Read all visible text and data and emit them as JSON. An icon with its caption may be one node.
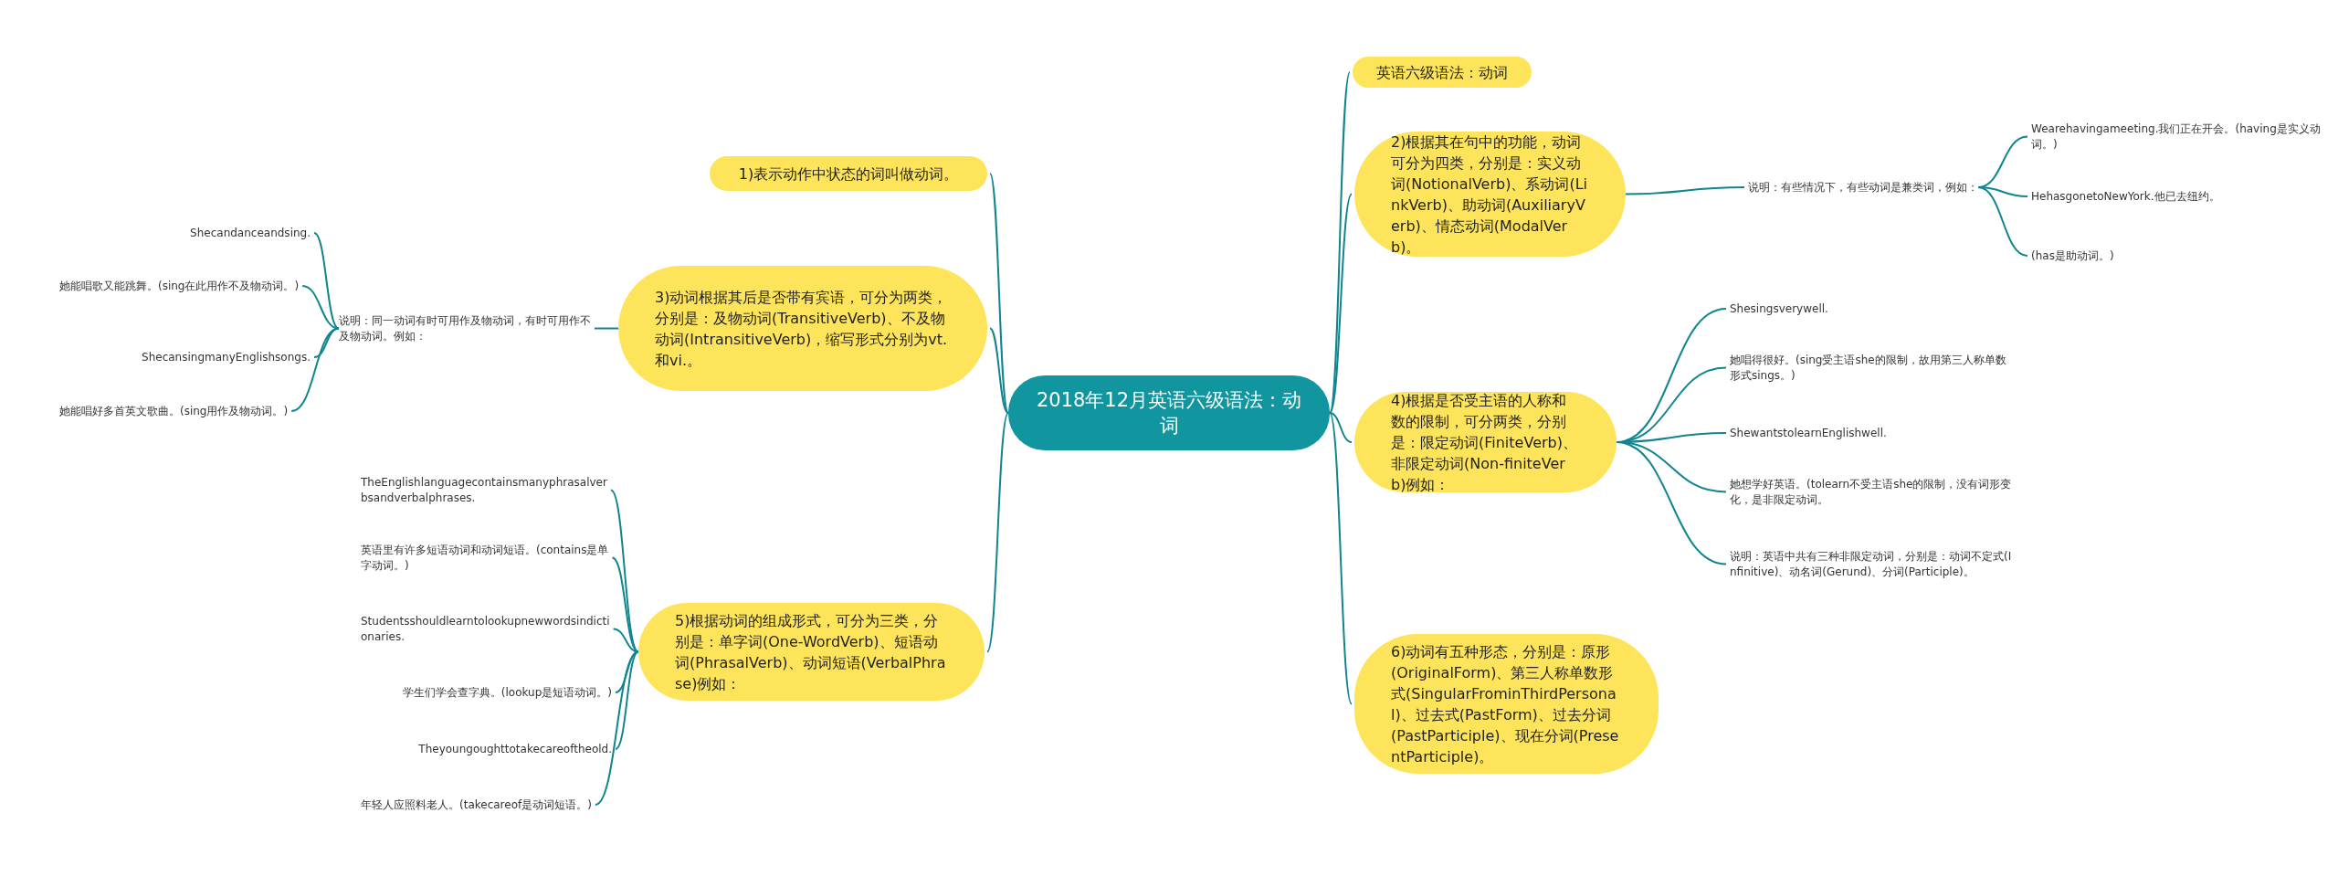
{
  "diagram": {
    "nodes": [
      {
        "text": [
          "2018年12月英语六级语法：动词"
        ]
      },
      {
        "text": [
          "英语六级语法：动词"
        ]
      },
      {
        "text": [
          "1)表示动作中状态的词叫做动词。"
        ]
      },
      {
        "text": [
          "2)根据其在句中的功能，动词可分为四类，分别是：实义动词(NotionalVerb)、系动词(LinkVerb)、助动词(AuxiliaryVerb)、情态动词(ModalVerb)。"
        ]
      },
      {
        "text": [
          "说明：有些情况下，有些动词是兼类词，例如："
        ]
      },
      {
        "text": [
          "Wearehavingameeting.我们正在开会。(having是实义动词。)"
        ]
      },
      {
        "text": [
          "HehasgonetoNewYork.他已去纽约。"
        ]
      },
      {
        "text": [
          "(has是助动词。)"
        ]
      },
      {
        "text": [
          "3)动词根据其后是否带有宾语，可分为两类，分别是：及物动词(TransitiveVerb)、不及物动词(IntransitiveVerb)，缩写形式分别为vt.和vi.。"
        ]
      },
      {
        "text": [
          "说明：同一动词有时可用作及物动词，有时可用作不及物动词。例如："
        ]
      },
      {
        "text": [
          "Shecandanceandsing."
        ]
      },
      {
        "text": [
          "她能唱歌又能跳舞。(sing在此用作不及物动词。)"
        ]
      },
      {
        "text": [
          "ShecansingmanyEnglishsongs."
        ]
      },
      {
        "text": [
          "她能唱好多首英文歌曲。(sing用作及物动词。)"
        ]
      },
      {
        "text": [
          "4)根据是否受主语的人称和数的限制，可分两类，分别是：限定动词(FiniteVerb)、非限定动词(Non-finiteVerb)例如："
        ]
      },
      {
        "text": [
          "Shesingsverywell."
        ]
      },
      {
        "text": [
          "她唱得很好。(sing受主语she的限制，故用第三人称单数形式sings。)"
        ]
      },
      {
        "text": [
          "ShewantstolearnEnglishwell."
        ]
      },
      {
        "text": [
          "她想学好英语。(tolearn不受主语she的限制，没有词形变化，是非限定动词。"
        ]
      },
      {
        "text": [
          "说明：英语中共有三种非限定动词，分别是：动词不定式(Infinitive)、动名词(Gerund)、分词(Participle)。"
        ]
      },
      {
        "text": [
          "5)根据动词的组成形式，可分为三类，分别是：单字词(One-WordVerb)、短语动词(PhrasalVerb)、动词短语(VerbalPhrase)例如："
        ]
      },
      {
        "text": [
          "TheEnglishlanguagecontainsmanyphrasalverbsandverbalphrases."
        ]
      },
      {
        "text": [
          "英语里有许多短语动词和动词短语。(contains是单字动词。)"
        ]
      },
      {
        "text": [
          "Studentsshouldlearntolookupnewwordsindictionaries."
        ]
      },
      {
        "text": [
          "学生们学会查字典。(lookup是短语动词。)"
        ]
      },
      {
        "text": [
          "Theyoungoughttotakecareoftheold."
        ]
      },
      {
        "text": [
          "年轻人应照料老人。(takecareof是动词短语。)"
        ]
      },
      {
        "text": [
          "6)动词有五种形态，分别是：原形(OriginalForm)、第三人称单数形式(SingularFrominThirdPersonal)、过去式(PastForm)、过去分词(PastParticiple)、现在分词(PresentParticiple)。"
        ]
      }
    ],
    "edges": [
      {
        "from": 0,
        "to": 1,
        "arrow": "none"
      },
      {
        "from": 0,
        "to": 2,
        "arrow": "none"
      },
      {
        "from": 0,
        "to": 3,
        "arrow": "none"
      },
      {
        "from": 3,
        "to": 4,
        "arrow": "none"
      },
      {
        "from": 4,
        "to": 5,
        "arrow": "none"
      },
      {
        "from": 4,
        "to": 6,
        "arrow": "none"
      },
      {
        "from": 4,
        "to": 7,
        "arrow": "none"
      },
      {
        "from": 0,
        "to": 8,
        "arrow": "none"
      },
      {
        "from": 8,
        "to": 9,
        "arrow": "none"
      },
      {
        "from": 9,
        "to": 10,
        "arrow": "none"
      },
      {
        "from": 9,
        "to": 11,
        "arrow": "none"
      },
      {
        "from": 9,
        "to": 12,
        "arrow": "none"
      },
      {
        "from": 9,
        "to": 13,
        "arrow": "none"
      },
      {
        "from": 0,
        "to": 14,
        "arrow": "none"
      },
      {
        "from": 14,
        "to": 15,
        "arrow": "none"
      },
      {
        "from": 14,
        "to": 16,
        "arrow": "none"
      },
      {
        "from": 14,
        "to": 17,
        "arrow": "none"
      },
      {
        "from": 14,
        "to": 18,
        "arrow": "none"
      },
      {
        "from": 14,
        "to": 19,
        "arrow": "none"
      },
      {
        "from": 0,
        "to": 20,
        "arrow": "none"
      },
      {
        "from": 20,
        "to": 21,
        "arrow": "none"
      },
      {
        "from": 20,
        "to": 22,
        "arrow": "none"
      },
      {
        "from": 20,
        "to": 23,
        "arrow": "none"
      },
      {
        "from": 20,
        "to": 24,
        "arrow": "none"
      },
      {
        "from": 20,
        "to": 25,
        "arrow": "none"
      },
      {
        "from": 20,
        "to": 26,
        "arrow": "none"
      },
      {
        "from": 0,
        "to": 27,
        "arrow": "none"
      }
    ]
  }
}
